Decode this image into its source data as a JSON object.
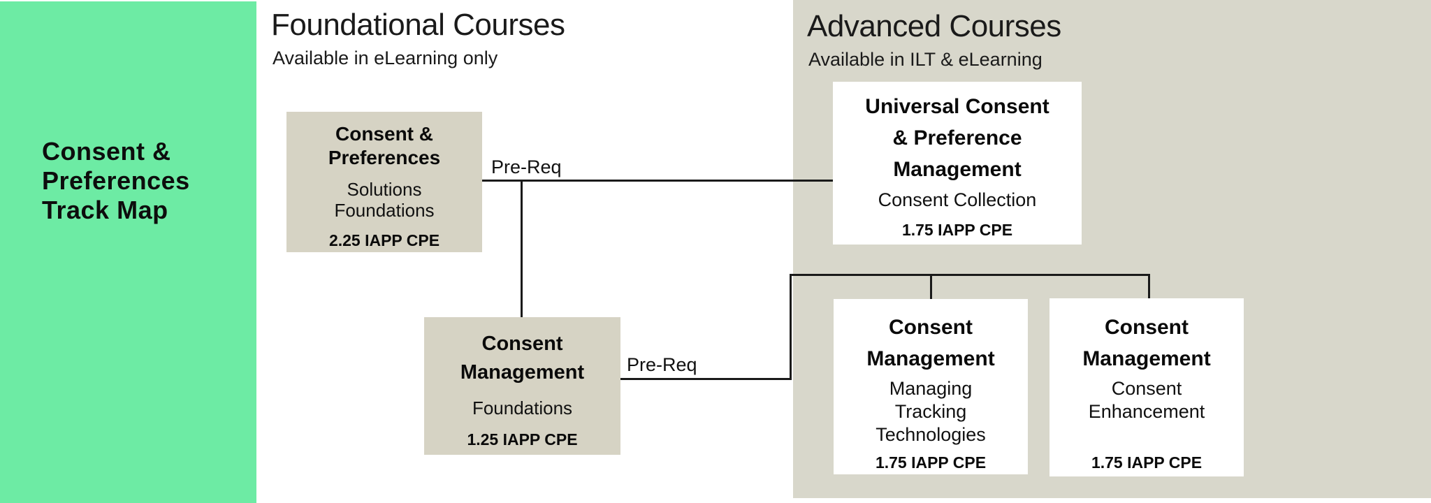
{
  "page": {
    "background": "#ffffff",
    "line_color": "#1a1a1a"
  },
  "sidebar": {
    "background": "#6deba4",
    "title_lines": [
      "Consent &",
      "Preferences",
      "Track Map"
    ]
  },
  "sections": {
    "foundational": {
      "title": "Foundational Courses",
      "subtitle": "Available in eLearning only",
      "background": "#ffffff"
    },
    "advanced": {
      "title": "Advanced Courses",
      "subtitle": "Available in ILT & eLearning",
      "background": "#d8d7cb"
    }
  },
  "connectors": {
    "prereq1_label": "Pre-Req",
    "prereq2_label": "Pre-Req"
  },
  "courses": [
    {
      "id": "consent-preferences-solutions-foundations",
      "section": "foundational",
      "box_color": "#d6d3c4",
      "title_lines": [
        "Consent &",
        "Preferences"
      ],
      "subtitle_lines": [
        "Solutions",
        "Foundations"
      ],
      "cpe": "2.25 IAPP CPE"
    },
    {
      "id": "consent-management-foundations",
      "section": "foundational",
      "box_color": "#d6d3c4",
      "title_lines": [
        "Consent",
        "Management"
      ],
      "subtitle_lines": [
        "Foundations"
      ],
      "cpe": "1.25 IAPP CPE"
    },
    {
      "id": "universal-consent-preference-management",
      "section": "advanced",
      "box_color": "#ffffff",
      "title_lines": [
        "Universal Consent",
        "& Preference",
        "Management"
      ],
      "subtitle_lines": [
        "Consent Collection"
      ],
      "cpe": "1.75 IAPP CPE"
    },
    {
      "id": "consent-management-managing-tracking-technologies",
      "section": "advanced",
      "box_color": "#ffffff",
      "title_lines": [
        "Consent",
        "Management"
      ],
      "subtitle_lines": [
        "Managing",
        "Tracking",
        "Technologies"
      ],
      "cpe": "1.75 IAPP CPE"
    },
    {
      "id": "consent-management-consent-enhancement",
      "section": "advanced",
      "box_color": "#ffffff",
      "title_lines": [
        "Consent",
        "Management"
      ],
      "subtitle_lines": [
        "Consent",
        "Enhancement"
      ],
      "cpe": "1.75 IAPP CPE"
    }
  ]
}
